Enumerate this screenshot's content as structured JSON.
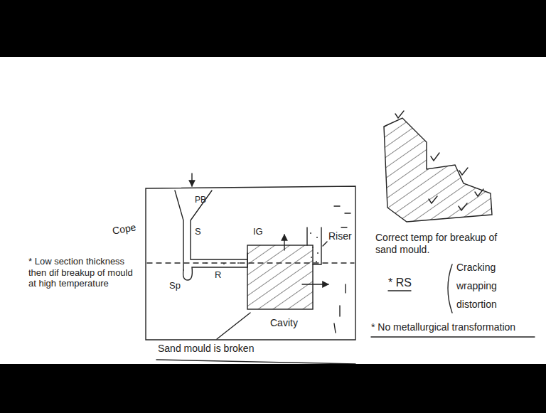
{
  "diagram": {
    "labels": [
      "PB",
      "Cope",
      "S",
      "IG",
      "Riser",
      "Sp",
      "R",
      "* Low section thickness then dif breakup of mould at high temperature",
      "Cavity",
      "Sand mould is broken",
      "Correct temp for breakup of sand mould.",
      "* RS",
      "Cracking",
      "wrapping",
      "distortion",
      "* No metallurgical transformation"
    ]
  }
}
